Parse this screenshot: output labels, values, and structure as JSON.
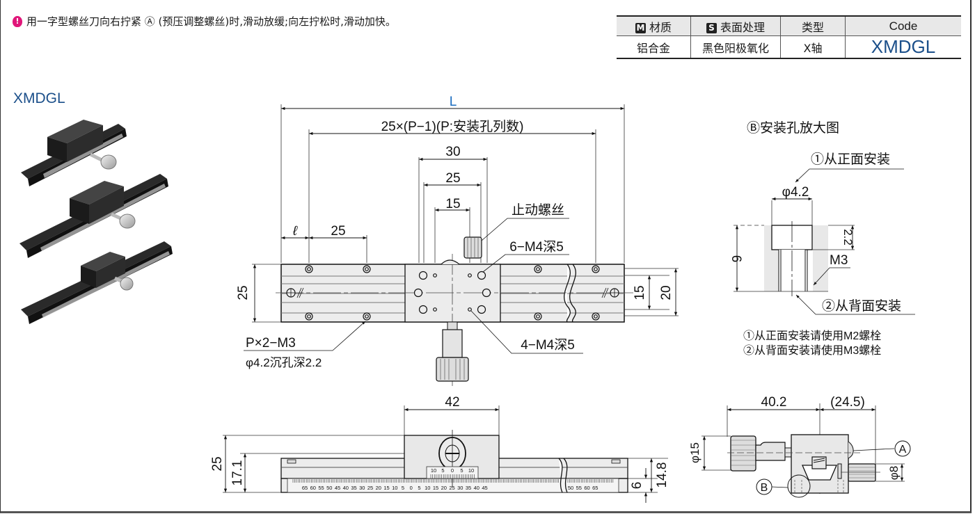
{
  "note": {
    "icon": "caution-bulb-icon",
    "text": "用一字型螺丝刀向右拧紧 Ⓐ (预压调整螺丝)时,滑动放缓;向左拧松时,滑动加快。"
  },
  "spec_table": {
    "headers": [
      {
        "badge": "M",
        "label": "材质"
      },
      {
        "badge": "S",
        "label": "表面处理"
      },
      {
        "badge": "",
        "label": "类型"
      },
      {
        "badge": "",
        "label": "Code"
      }
    ],
    "row": [
      "铝合金",
      "黑色阳极氧化",
      "X轴",
      "XMDGL"
    ]
  },
  "product": {
    "title": "XMDGL",
    "images": [
      "xy-stage-short-photo",
      "xy-stage-medium-photo",
      "xy-stage-long-photo"
    ]
  },
  "top_view": {
    "dim_L": "L",
    "dim_pitch_total": "25×(P−1)(P:安装孔列数)",
    "dim_30": "30",
    "dim_25_top": "25",
    "dim_15_top": "15",
    "dim_l": "ℓ",
    "dim_25_pitch": "25",
    "stop_screw": "止动螺丝",
    "tapped_6": "6−M4深5",
    "tapped_4": "4−M4深5",
    "mount_holes_1": "P×2−M3",
    "mount_holes_2": "φ4.2沉孔深2.2",
    "dim_25_height": "25",
    "dim_15_right": "15",
    "dim_20_right": "20"
  },
  "detail_view": {
    "title": "Ⓑ安装孔放大图",
    "front_mount": "①从正面安装",
    "dia": "φ4.2",
    "depth": "2.2",
    "height": "6",
    "thread": "M3",
    "back_mount": "②从背面安装",
    "note_1": "①从正面安装请使用M2螺栓",
    "note_2": "②从背面安装请使用M3螺栓"
  },
  "front_view": {
    "dim_42": "42",
    "dim_25": "25",
    "dim_17_1": "17.1",
    "dim_14_8": "14.8",
    "dim_6": "6",
    "scale_left": [
      "65",
      "60",
      "55",
      "50",
      "45",
      "40",
      "35",
      "30",
      "25",
      "20",
      "15",
      "10",
      "5",
      "0",
      "5",
      "10",
      "15",
      "20",
      "25",
      "30",
      "35",
      "40",
      "45"
    ],
    "scale_right": [
      "50",
      "55",
      "60",
      "65"
    ],
    "vernier": [
      "10",
      "5",
      "0",
      "5",
      "10"
    ]
  },
  "side_view": {
    "dim_40_2": "40.2",
    "dim_24_5": "(24.5)",
    "dim_phi15": "φ15",
    "dim_phi8": "φ8",
    "callout_a": "A",
    "callout_b": "B"
  }
}
